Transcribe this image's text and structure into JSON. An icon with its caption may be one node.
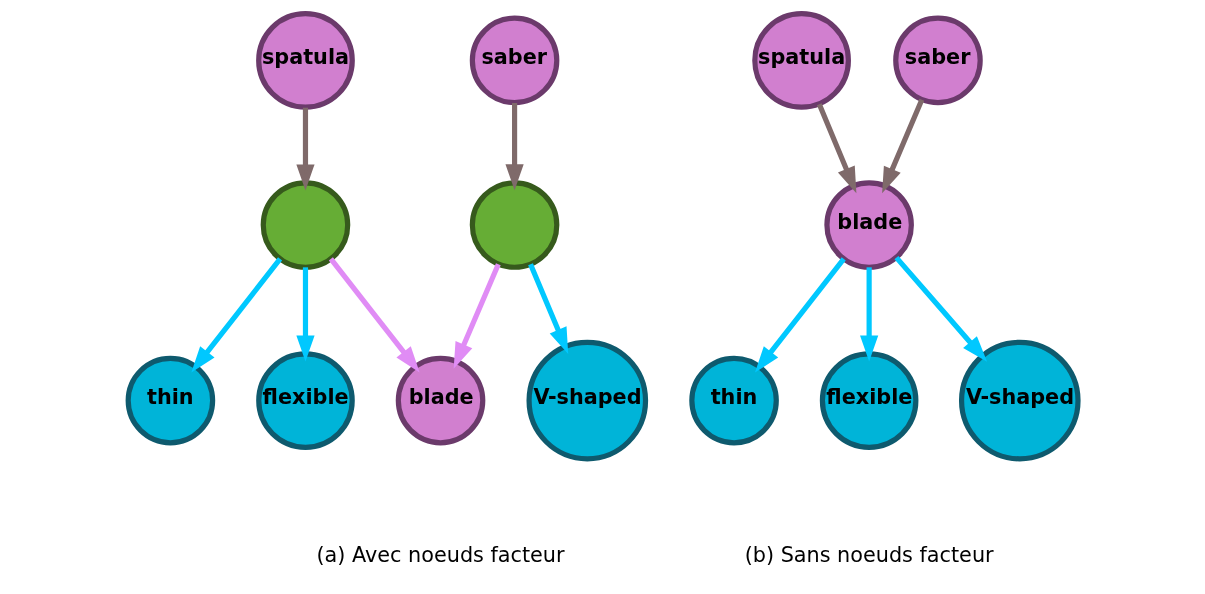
{
  "diagram": {
    "nodes": [
      {
        "text": [
          "spatula"
        ]
      },
      {
        "text": [
          "saber"
        ]
      },
      {
        "text": [],
        "shape": "circle"
      },
      {
        "text": [],
        "shape": "circle"
      },
      {
        "text": [
          "thin"
        ]
      },
      {
        "text": [
          "flexible"
        ]
      },
      {
        "text": [
          "blade"
        ]
      },
      {
        "text": [
          "V-shaped"
        ]
      },
      {
        "text": [
          "spatula"
        ]
      },
      {
        "text": [
          "saber"
        ]
      },
      {
        "text": [
          "blade"
        ]
      },
      {
        "text": [
          "thin"
        ]
      },
      {
        "text": [
          "flexible"
        ]
      },
      {
        "text": [
          "V-shaped"
        ]
      }
    ],
    "edges": [
      {
        "from": 0,
        "to": 2,
        "arrow": "to",
        "color": "#7f6a6a"
      },
      {
        "from": 1,
        "to": 3,
        "arrow": "to",
        "color": "#7f6a6a"
      },
      {
        "from": 2,
        "to": 4,
        "arrow": "to"
      },
      {
        "from": 2,
        "to": 5,
        "arrow": "to"
      },
      {
        "from": 2,
        "to": 6,
        "arrow": "to",
        "color": "#e08cf5"
      },
      {
        "from": 3,
        "to": 6,
        "arrow": "to",
        "color": "#e08cf5"
      },
      {
        "from": 3,
        "to": 7,
        "arrow": "to"
      },
      {
        "from": 8,
        "to": 10,
        "arrow": "to",
        "color": "#7f6a6a"
      },
      {
        "from": 9,
        "to": 10,
        "arrow": "to",
        "color": "#7f6a6a"
      },
      {
        "from": 10,
        "to": 11,
        "arrow": "to"
      },
      {
        "from": 10,
        "to": 12,
        "arrow": "to"
      },
      {
        "from": 10,
        "to": 13,
        "arrow": "to"
      }
    ],
    "labels": [
      "(a) Avec noeuds facteur",
      "(b) Sans noeuds facteur"
    ]
  }
}
